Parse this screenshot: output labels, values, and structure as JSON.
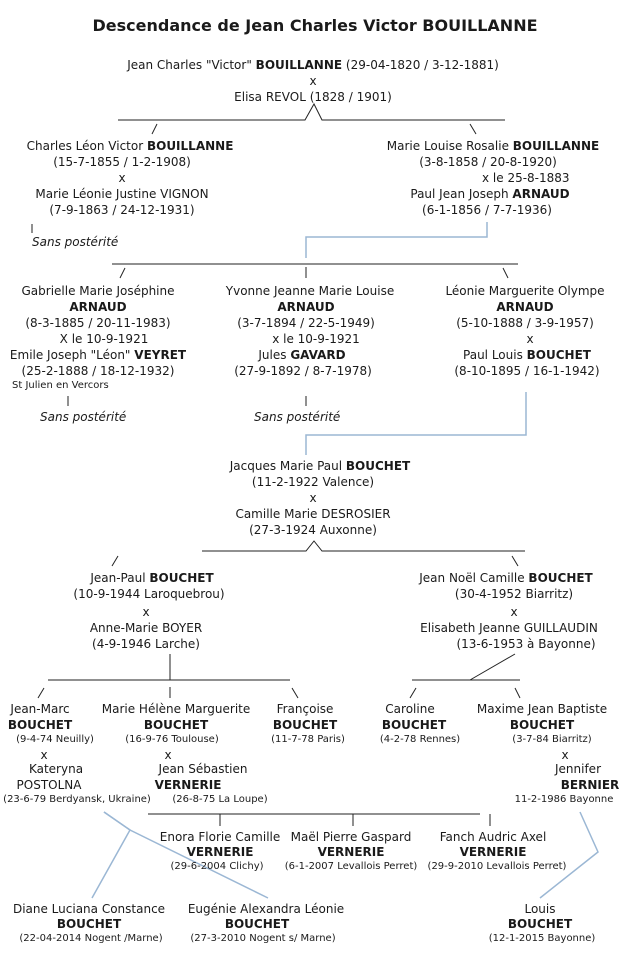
{
  "title": "Descendance de Jean Charles Victor BOUILLANNE",
  "gen0": {
    "victor": {
      "name": "Jean Charles \"Victor\" ",
      "surname": "BOUILLANNE",
      "dates": " (29-04-1820 / 3-12-1881)"
    },
    "x": "x",
    "elisa": {
      "name": "Elisa REVOL (1828 / 1901)"
    }
  },
  "gen1": {
    "charles": {
      "name": "Charles Léon Victor ",
      "surname": "BOUILLANNE",
      "dates": "(15-7-1855 / 1-2-1908)"
    },
    "x_left": "x",
    "leonie_vignon": {
      "name": "Marie Léonie Justine VIGNON",
      "dates": "(7-9-1863 / 24-12-1931)"
    },
    "sans_left": "Sans postérité",
    "marie_louise": {
      "name": "Marie Louise Rosalie ",
      "surname": "BOUILLANNE",
      "dates": "(3-8-1858 / 20-8-1920)"
    },
    "x_right": "x le 25-8-1883",
    "paul_arnaud": {
      "name": "Paul Jean Joseph ",
      "surname": "ARNAUD",
      "dates": "(6-1-1856 / 7-7-1936)"
    }
  },
  "gen2": {
    "gabrielle": {
      "name": "Gabrielle Marie Joséphine",
      "surname": "ARNAUD",
      "dates": "(8-3-1885 / 20-11-1983)",
      "marriage": "X le 10-9-1921"
    },
    "leon_veyret": {
      "name": "Emile Joseph \"Léon\" ",
      "surname": "VEYRET",
      "dates": "(25-2-1888 / 18-12-1932)",
      "place": "St Julien en Vercors"
    },
    "sans1": "Sans postérité",
    "yvonne": {
      "name": "Yvonne Jeanne Marie Louise",
      "surname": "ARNAUD",
      "dates": "(3-7-1894 / 22-5-1949)",
      "marriage": "x le 10-9-1921"
    },
    "jules": {
      "name": "Jules ",
      "surname": "GAVARD",
      "dates": "(27-9-1892 / 8-7-1978)"
    },
    "sans2": "Sans postérité",
    "leonie_arnaud": {
      "name": "Léonie Marguerite Olympe",
      "surname": "ARNAUD",
      "dates": "(5-10-1888 / 3-9-1957)",
      "x": "x"
    },
    "paul_louis": {
      "name": "Paul Louis ",
      "surname": "BOUCHET",
      "dates": "(8-10-1895 / 16-1-1942)"
    }
  },
  "gen3": {
    "jacques": {
      "name": "Jacques Marie Paul ",
      "surname": "BOUCHET",
      "dates": "(11-2-1922 Valence)"
    },
    "x": "x",
    "camille": {
      "name": "Camille Marie DESROSIER",
      "dates": "(27-3-1924 Auxonne)"
    }
  },
  "gen4": {
    "jean_paul": {
      "name": "Jean-Paul ",
      "surname": "BOUCHET",
      "dates": "(10-9-1944 Laroquebrou)"
    },
    "x_left": "x",
    "anne_marie": {
      "name": "Anne-Marie BOYER",
      "dates": "(4-9-1946 Larche)"
    },
    "jean_noel": {
      "name": "Jean Noël Camille ",
      "surname": "BOUCHET",
      "dates": "(30-4-1952 Biarritz)"
    },
    "x_right": "x",
    "elisabeth": {
      "name": "Elisabeth Jeanne GUILLAUDIN",
      "dates": "(13-6-1953 à Bayonne)"
    }
  },
  "gen5": {
    "jean_marc": {
      "name": "Jean-Marc",
      "surname": "BOUCHET",
      "dates": "(9-4-74 Neuilly)"
    },
    "x_jm": "x",
    "kateryna": {
      "name": "Kateryna",
      "surname": "POSTOLNA",
      "dates": "(23-6-79 Berdyansk, Ukraine)"
    },
    "marie_helene": {
      "name": "Marie Hélène Marguerite",
      "surname": "BOUCHET",
      "dates": "(16-9-76 Toulouse)"
    },
    "x_mh": "x",
    "jean_sebastien": {
      "name": "Jean Sébastien",
      "surname": "VERNERIE",
      "dates": "(26-8-75 La Loupe)"
    },
    "francoise": {
      "name": "Françoise",
      "surname": "BOUCHET",
      "dates": "(11-7-78 Paris)"
    },
    "caroline": {
      "name": "Caroline",
      "surname": "BOUCHET",
      "dates": "(4-2-78 Rennes)"
    },
    "maxime": {
      "name": "Maxime Jean Baptiste",
      "surname": "BOUCHET",
      "dates": "(3-7-84 Biarritz)"
    },
    "x_max": "x",
    "jennifer": {
      "name": "Jennifer",
      "surname": "BERNIER",
      "dates": "11-2-1986 Bayonne"
    }
  },
  "gen6": {
    "enora": {
      "name": "Enora Florie Camille",
      "surname": "VERNERIE",
      "dates": "(29-6-2004 Clichy)"
    },
    "mael": {
      "name": "Maël Pierre Gaspard",
      "surname": "VERNERIE",
      "dates": "(6-1-2007 Levallois Perret)"
    },
    "fanch": {
      "name": "Fanch Audric Axel",
      "surname": "VERNERIE",
      "dates": "(29-9-2010 Levallois Perret)"
    }
  },
  "gen7": {
    "diane": {
      "name": "Diane Luciana Constance",
      "surname": "BOUCHET",
      "dates": "(22-04-2014 Nogent /Marne)"
    },
    "eugenie": {
      "name": "Eugénie Alexandra Léonie",
      "surname": "BOUCHET",
      "dates": "(27-3-2010 Nogent s/ Marne)"
    },
    "louis": {
      "name": "Louis",
      "surname": "BOUCHET",
      "dates": "(12-1-2015 Bayonne)"
    }
  },
  "colors": {
    "text": "#1a1a1a",
    "connector": "#222222",
    "descent_link": "#9bb7d4"
  }
}
